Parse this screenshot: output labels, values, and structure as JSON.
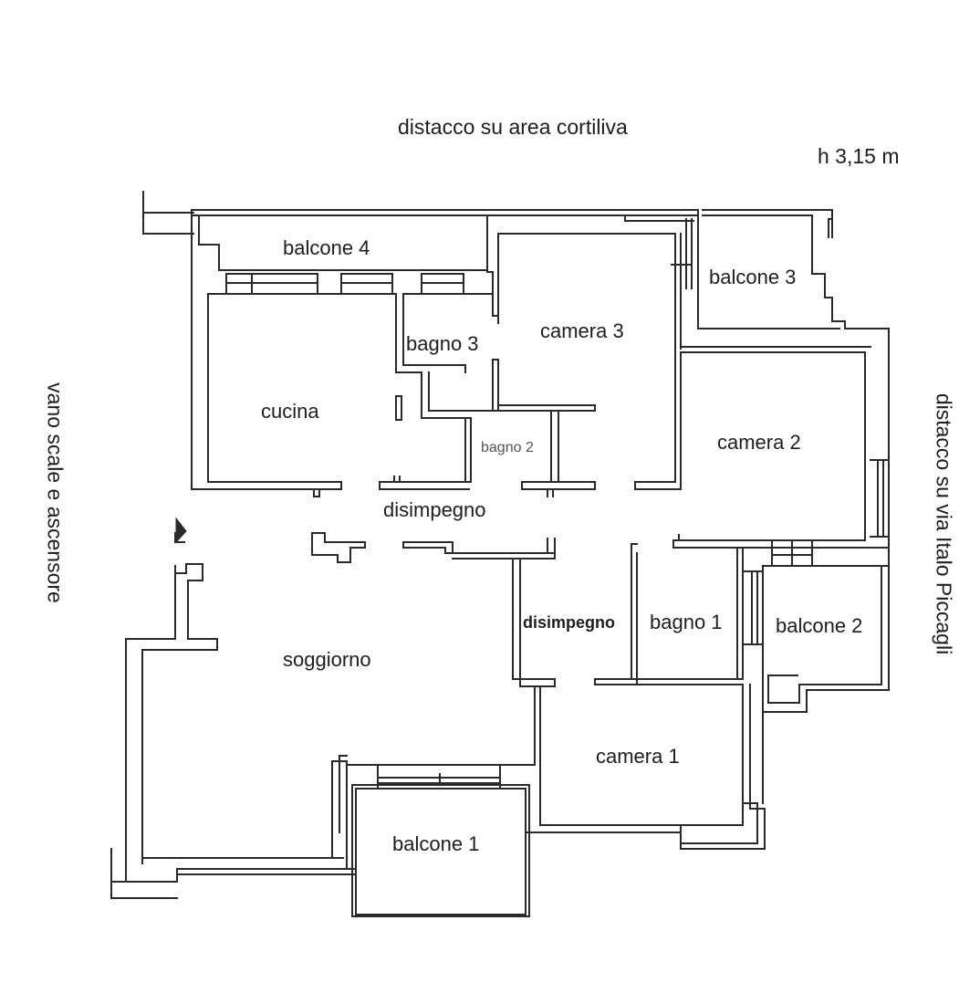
{
  "header": {
    "top_label": "distacco su area cortiliva",
    "height_label": "h 3,15 m"
  },
  "sides": {
    "left_label": "vano scale e ascensore",
    "right_label": "distacco su via Italo Piccagli"
  },
  "rooms": {
    "balcone_4": "balcone 4",
    "balcone_3": "balcone 3",
    "bagno_3": "bagno 3",
    "camera_3": "camera 3",
    "cucina": "cucina",
    "camera_2": "camera 2",
    "bagno_2": "bagno 2",
    "disimpegno_1": "disimpegno",
    "disimpegno_2": "disimpegno",
    "bagno_1": "bagno 1",
    "balcone_2": "balcone 2",
    "soggiorno": "soggiorno",
    "camera_1": "camera 1",
    "balcone_1": "balcone 1"
  },
  "colors": {
    "wall": "#2a2a2a",
    "background": "#ffffff",
    "label": "#1e1e1e"
  }
}
